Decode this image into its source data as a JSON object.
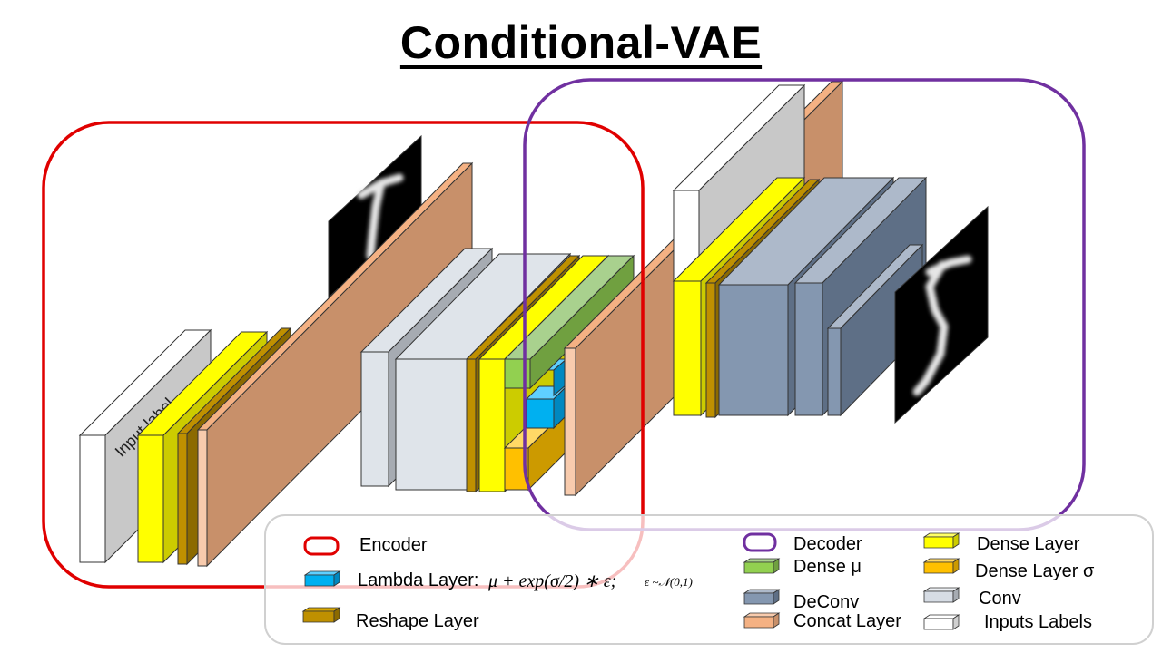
{
  "title": "Conditional-VAE",
  "input_label_text": "Input label",
  "legend": {
    "encoder": "Encoder",
    "lambda_layer": "Lambda Layer:",
    "lambda_formula": "μ + exp(σ/2) ∗ ε;",
    "lambda_noise": "ε ~𝒩(0,1)",
    "reshape_layer": "Reshape Layer",
    "decoder": "Decoder",
    "dense_mu": "Dense μ",
    "deconv": "DeConv",
    "concat_layer": "Concat Layer",
    "dense_layer": "Dense Layer",
    "dense_layer_sigma": "Dense Layer σ",
    "conv": "Conv",
    "inputs_labels": "Inputs Labels"
  },
  "colors": {
    "encoder_border": "#e00000",
    "decoder_border": "#7030a0",
    "dense": "#ffff00",
    "dense_mu": "#92d050",
    "dense_sigma": "#ffc000",
    "lambda": "#00b0f0",
    "reshape": "#bf9000",
    "concat": "#c8906a",
    "conv": "#d6dce4",
    "deconv": "#8497b0",
    "input_label": "#ffffff"
  },
  "icons": {
    "input_digit": "handwritten-digit-image",
    "output_digit": "handwritten-digit-image"
  }
}
